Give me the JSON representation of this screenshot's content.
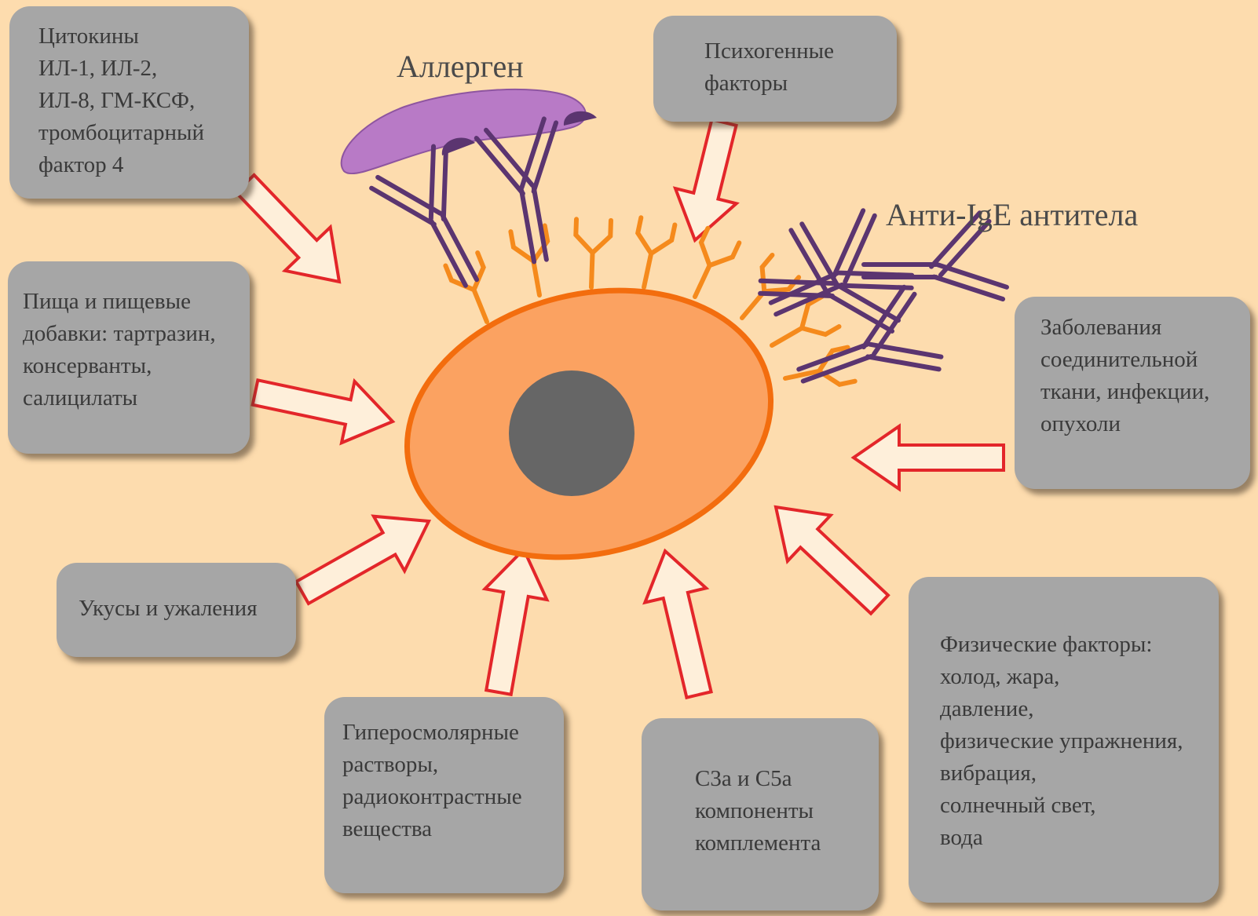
{
  "labels": {
    "allergen": "Аллерген",
    "anti_ige": "Анти-IgE антитела"
  },
  "boxes": {
    "cytokines": "Цитокины\nИЛ-1, ИЛ-2,\nИЛ-8, ГМ-КСФ,\nтромбоцитарный\nфактор 4",
    "psychogenic": "Психогенные\nфакторы",
    "food": "Пища и пищевые\nдобавки: тартразин,\nконсерванты,\nсалицилаты",
    "diseases": "Заболевания\nсоединительной\nткани, инфекции,\nопухоли",
    "bites": "Укусы и ужаления",
    "hyperosmolar": "Гиперосмолярные\nрастворы,\nрадиоконтрастные\nвещества",
    "complement": "С3а и С5а\nкомпоненты\nкомплемента",
    "physical": "Физические факторы:\nхолод, жара,\nдавление,\nфизические упражнения,\nвибрация,\nсолнечный свет,\nвода"
  },
  "colors": {
    "background": "#fddcae",
    "box": "#a6a6a6",
    "arrow_stroke": "#e3262a",
    "arrow_fill": "#ffffff",
    "cell_fill": "#fba261",
    "cell_stroke": "#f36d0e",
    "nucleus": "#666666",
    "antibody": "#5b3570",
    "allergen": "#b87ac6",
    "receptor": "#f58a1c"
  }
}
